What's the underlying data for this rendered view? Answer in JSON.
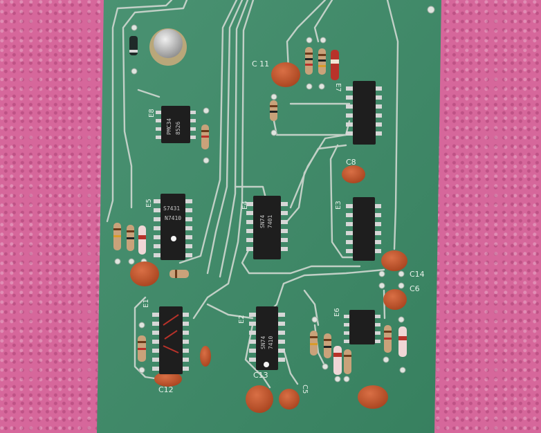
{
  "silkscreen": {
    "c11": "C 11",
    "c8": "C8",
    "c14": "C14",
    "c6": "C6",
    "c13": "C13",
    "c5": "C5",
    "c12": "C12",
    "e4": "E4",
    "e3": "E3",
    "e2": "E2",
    "e5": "E5",
    "e6": "E6",
    "e7": "E7",
    "e8": "E8",
    "e1": "E1"
  },
  "chip_markings": {
    "e8_top": "PMC34",
    "e8_bottom": "8526",
    "e5_line1": "S7431",
    "e5_line2": "N7410",
    "e4_line1": "SN74",
    "e4_line2": "7401",
    "e2_line1": "SN74",
    "e2_line2": "7410"
  },
  "colors": {
    "background": "#d6679b",
    "pcb": "#3f8a68",
    "trace": "#c9d4cc",
    "chip": "#1e1e1e",
    "capacitor": "#c0552f"
  }
}
